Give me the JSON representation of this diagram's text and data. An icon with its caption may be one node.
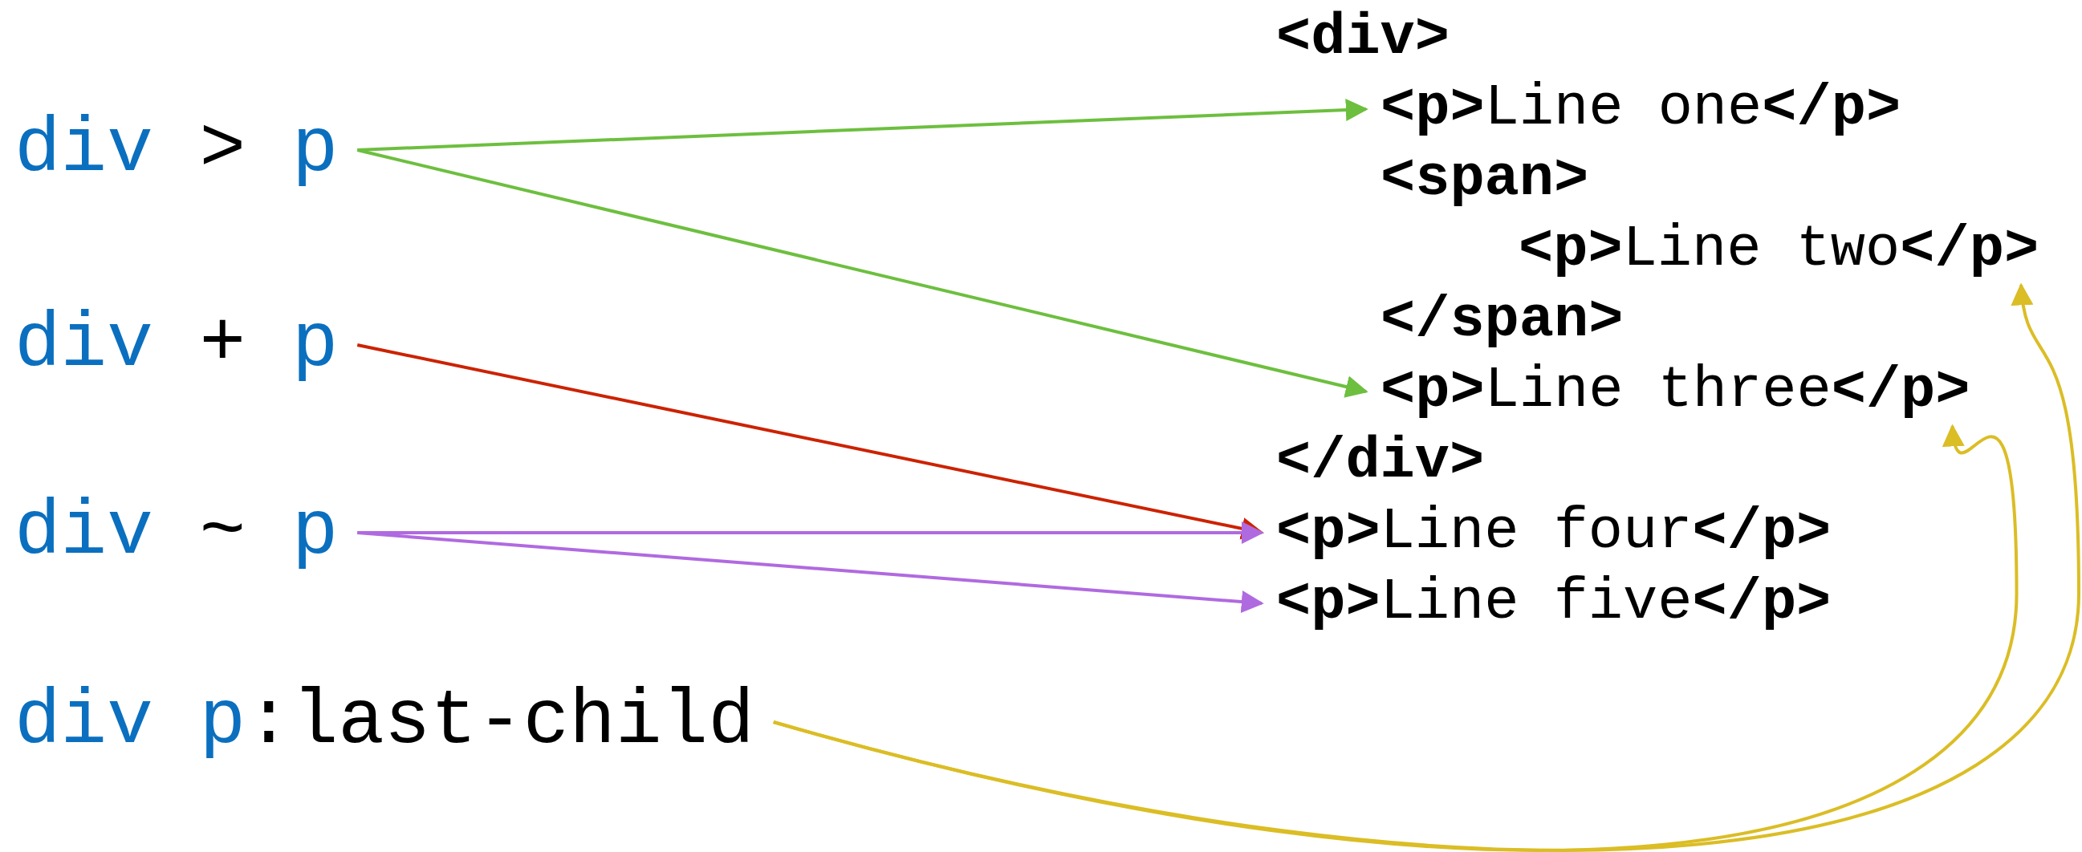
{
  "diagram": {
    "nodes": [
      {
        "text": [
          "div",
          ">",
          "p"
        ]
      },
      {
        "text": [
          "div",
          "+",
          "p"
        ]
      },
      {
        "text": [
          "div",
          "~",
          "p"
        ]
      },
      {
        "text": [
          "div",
          "p",
          ":last-child"
        ]
      },
      {
        "text": [
          "<div>"
        ]
      },
      {
        "text": [
          "**<p>**Line one**</p>**"
        ]
      },
      {
        "text": [
          "<span>"
        ]
      },
      {
        "text": [
          "**<p>**Line two**</p>**"
        ]
      },
      {
        "text": [
          "</span>"
        ]
      },
      {
        "text": [
          "**<p>**Line three**</p>**"
        ]
      },
      {
        "text": [
          "</div>"
        ]
      },
      {
        "text": [
          "**<p>**Line four**</p>**"
        ]
      },
      {
        "text": [
          "**<p>**Line five**</p>**"
        ]
      }
    ],
    "edges": [
      {
        "from": 0,
        "to": 5,
        "arrow": "to",
        "color": "#6dbf3f"
      },
      {
        "from": 0,
        "to": 9,
        "arrow": "to",
        "color": "#6dbf3f"
      },
      {
        "from": 1,
        "to": 11,
        "arrow": "to",
        "color": "#cc2200"
      },
      {
        "from": 2,
        "to": 11,
        "arrow": "to",
        "color": "#b06ae0"
      },
      {
        "from": 2,
        "to": 12,
        "arrow": "to",
        "color": "#b06ae0"
      },
      {
        "from": 3,
        "to": 7,
        "arrow": "to",
        "color": "#dbbd25"
      },
      {
        "from": 3,
        "to": 9,
        "arrow": "to",
        "color": "#dbbd25"
      }
    ]
  }
}
